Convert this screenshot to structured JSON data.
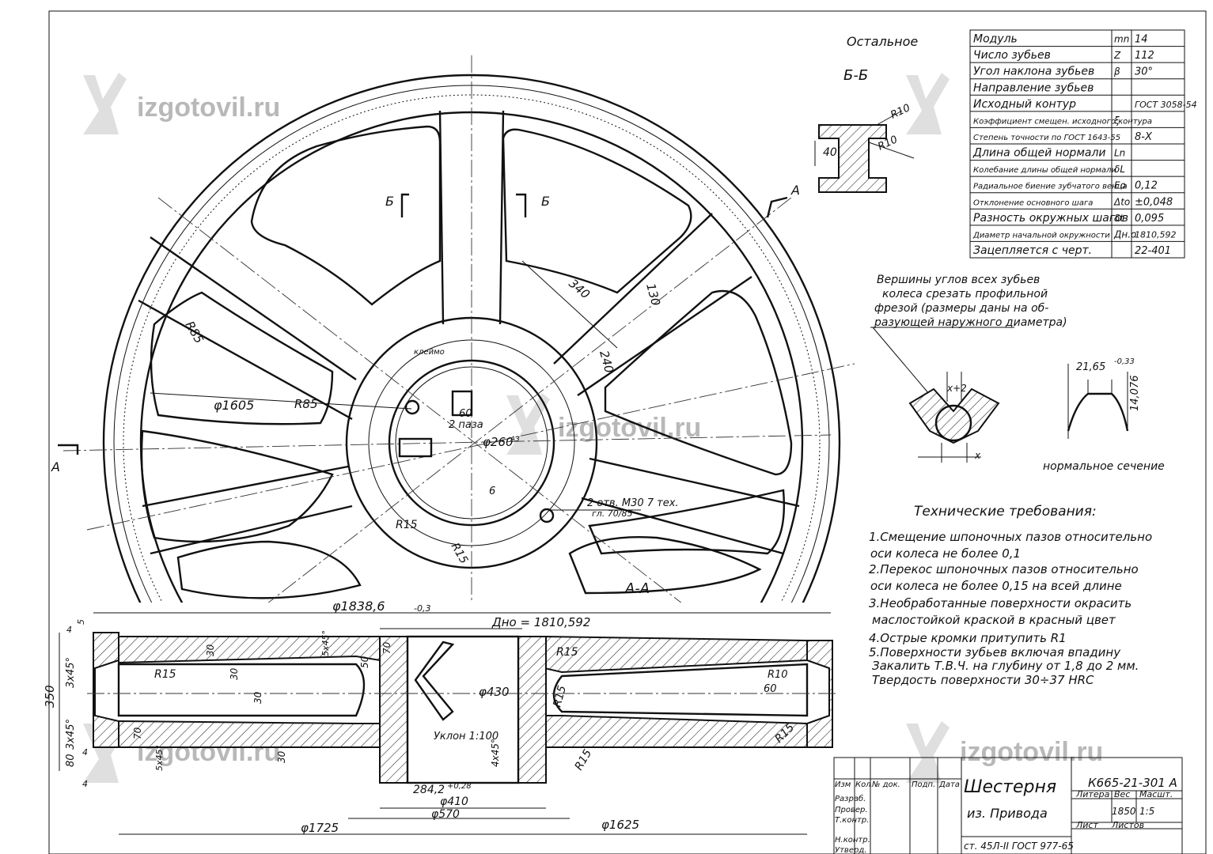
{
  "watermark": {
    "text": "izgotovil.ru",
    "color": "#b8b8b8"
  },
  "surface_note": "Остальное",
  "section_bb_label": "Б-Б",
  "section_aa_label": "А-А",
  "section_marks": {
    "b": "Б",
    "a": "А"
  },
  "params_table": [
    {
      "name": "Модуль",
      "sym": "mn",
      "val": "14"
    },
    {
      "name": "Число зубьев",
      "sym": "Z",
      "val": "112"
    },
    {
      "name": "Угол наклона зубьев",
      "sym": "β",
      "val": "30°"
    },
    {
      "name": "Направление зубьев",
      "sym": "",
      "val": ""
    },
    {
      "name": "Исходный контур",
      "sym": "",
      "val": "ГОСТ 3058-54"
    },
    {
      "name": "Коэффициент смещен. исходного контура",
      "sym": "ξ",
      "val": ""
    },
    {
      "name": "Степень точности по ГОСТ 1643-55",
      "sym": "",
      "val": "8-Х"
    },
    {
      "name": "Длина общей нормали",
      "sym": "Ln",
      "val": ""
    },
    {
      "name": "Колебание длины общей нормали",
      "sym": "δL",
      "val": ""
    },
    {
      "name": "Радиальное биение зубчатого венца",
      "sym": "Eo",
      "val": "0,12"
    },
    {
      "name": "Отклонение основного шага",
      "sym": "Δto",
      "val": "±0,048"
    },
    {
      "name": "Разность окружных шагов",
      "sym": "δt",
      "val": "0,095"
    },
    {
      "name": "Диаметр начальной окружности",
      "sym": "Дн.о",
      "val": "1810,592"
    },
    {
      "name": "Зацепляется с черт.",
      "sym": "",
      "val": "22-401"
    }
  ],
  "note_top_right": [
    "Вершины углов всех зубьев",
    "колеса срезать профильной",
    "фрезой (размеры даны на об-",
    "разующей наружного диаметра)"
  ],
  "normal_section": {
    "label": "нормальное сечение",
    "dim_top": "21,65",
    "dim_top_tol": "-0,33",
    "dim_side": "14,076",
    "dim_x": "x+2",
    "x": "x"
  },
  "tech_req_title": "Технические требования:",
  "tech_req": [
    "1.Смещение шпоночных пазов относительно",
    "оси колеса не более 0,1",
    "2.Перекос шпоночных пазов относительно",
    "оси колеса не более 0,15 на всей длине",
    "3.Необработанные поверхности окрасить",
    "маслостойкой краской в красный цвет",
    "4.Острые кромки притупить R1",
    "5.Поверхности зубьев включая впадину",
    "Закалить Т.В.Ч. на глубину от 1,8 до 2 мм.",
    "Твердость поверхности 30÷37 HRC"
  ],
  "dims_top": {
    "d1605": "φ1605",
    "r85a": "R85",
    "r85b": "R85",
    "d260": "φ260",
    "d260_fit": "A3",
    "key": "60",
    "key_count": "2 паза",
    "d340": "340",
    "d130": "130",
    "d240": "240",
    "r15a": "R15",
    "r15b": "R15",
    "holes": "2 отв. М30 7 тех.",
    "holes_depth": "гл. 70/85",
    "roughness": "6",
    "stamp": "клеймо"
  },
  "dims_bb": {
    "r10a": "R10",
    "r10b": "R10",
    "w40": "40"
  },
  "dims_bottom": {
    "d1838": "φ1838,6",
    "d1838_tol": "-0,3",
    "dno": "Дно = 1810,592",
    "h350": "350",
    "c3x45a": "3х45°",
    "c3x45b": "3х45°",
    "c5x45a": "5х45°",
    "c5x45b": "5х45°",
    "c4x45": "4х45°",
    "r15a": "R15",
    "r15b": "R15",
    "r15c": "R15",
    "r15d": "R15",
    "r15e": "R15",
    "n30a": "30",
    "n30b": "30",
    "n30c": "30",
    "n30d": "30",
    "n50": "50",
    "n70a": "70",
    "n70b": "70",
    "n80": "80",
    "n60": "60",
    "r10": "R10",
    "d430": "φ430",
    "slope": "Уклон 1:100",
    "d410": "φ410",
    "d570": "φ570",
    "d1725": "φ1725",
    "d1625": "φ1625",
    "key_depth": "284,2",
    "key_depth_tol": "+0,28",
    "rough4a": "4",
    "rough4b": "4",
    "rough5": "5",
    "rough4c": "4"
  },
  "title_block": {
    "doc_no": "К665-21-301 А",
    "name": "Шестерня",
    "subname": "из. Привода",
    "litera": "Литера",
    "mass_h": "Вес",
    "scale_h": "Масшт.",
    "mass": "1850",
    "scale": "1:5",
    "sheet": "Лист",
    "sheets": "Листов",
    "material": "ст. 45Л-II ГОСТ 977-65",
    "cols": [
      "Изм",
      "Кол",
      "№ док.",
      "Подп.",
      "Дата"
    ],
    "rows": [
      "Разраб.",
      "Провер.",
      "Т.контр.",
      "",
      "Н.контр.",
      "Утверд."
    ]
  }
}
